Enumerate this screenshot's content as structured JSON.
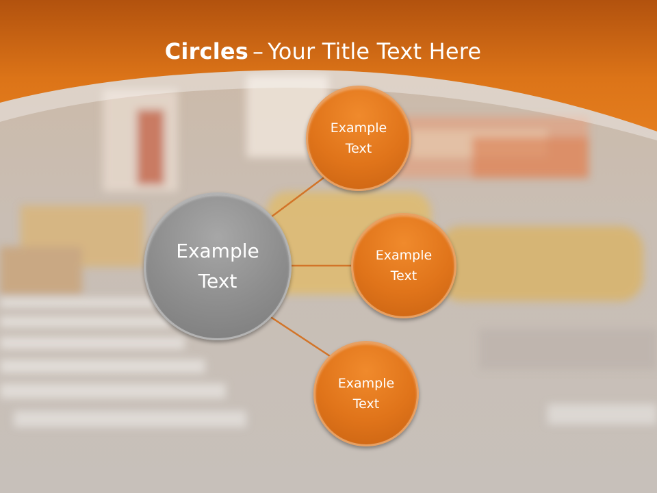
{
  "title": {
    "bold": "Circles",
    "separator": "–",
    "rest": "Your Title Text Here"
  },
  "diagram": {
    "center": {
      "label": "Example\nText"
    },
    "satellites": [
      {
        "label": "Example\nText"
      },
      {
        "label": "Example\nText"
      },
      {
        "label": "Example\nText"
      }
    ]
  },
  "colors": {
    "header_orange": "#d9701c",
    "circle_orange": "#e0741a",
    "circle_gray": "#8d8d8d",
    "connector": "#d27428",
    "background": "#c9c1bb"
  }
}
